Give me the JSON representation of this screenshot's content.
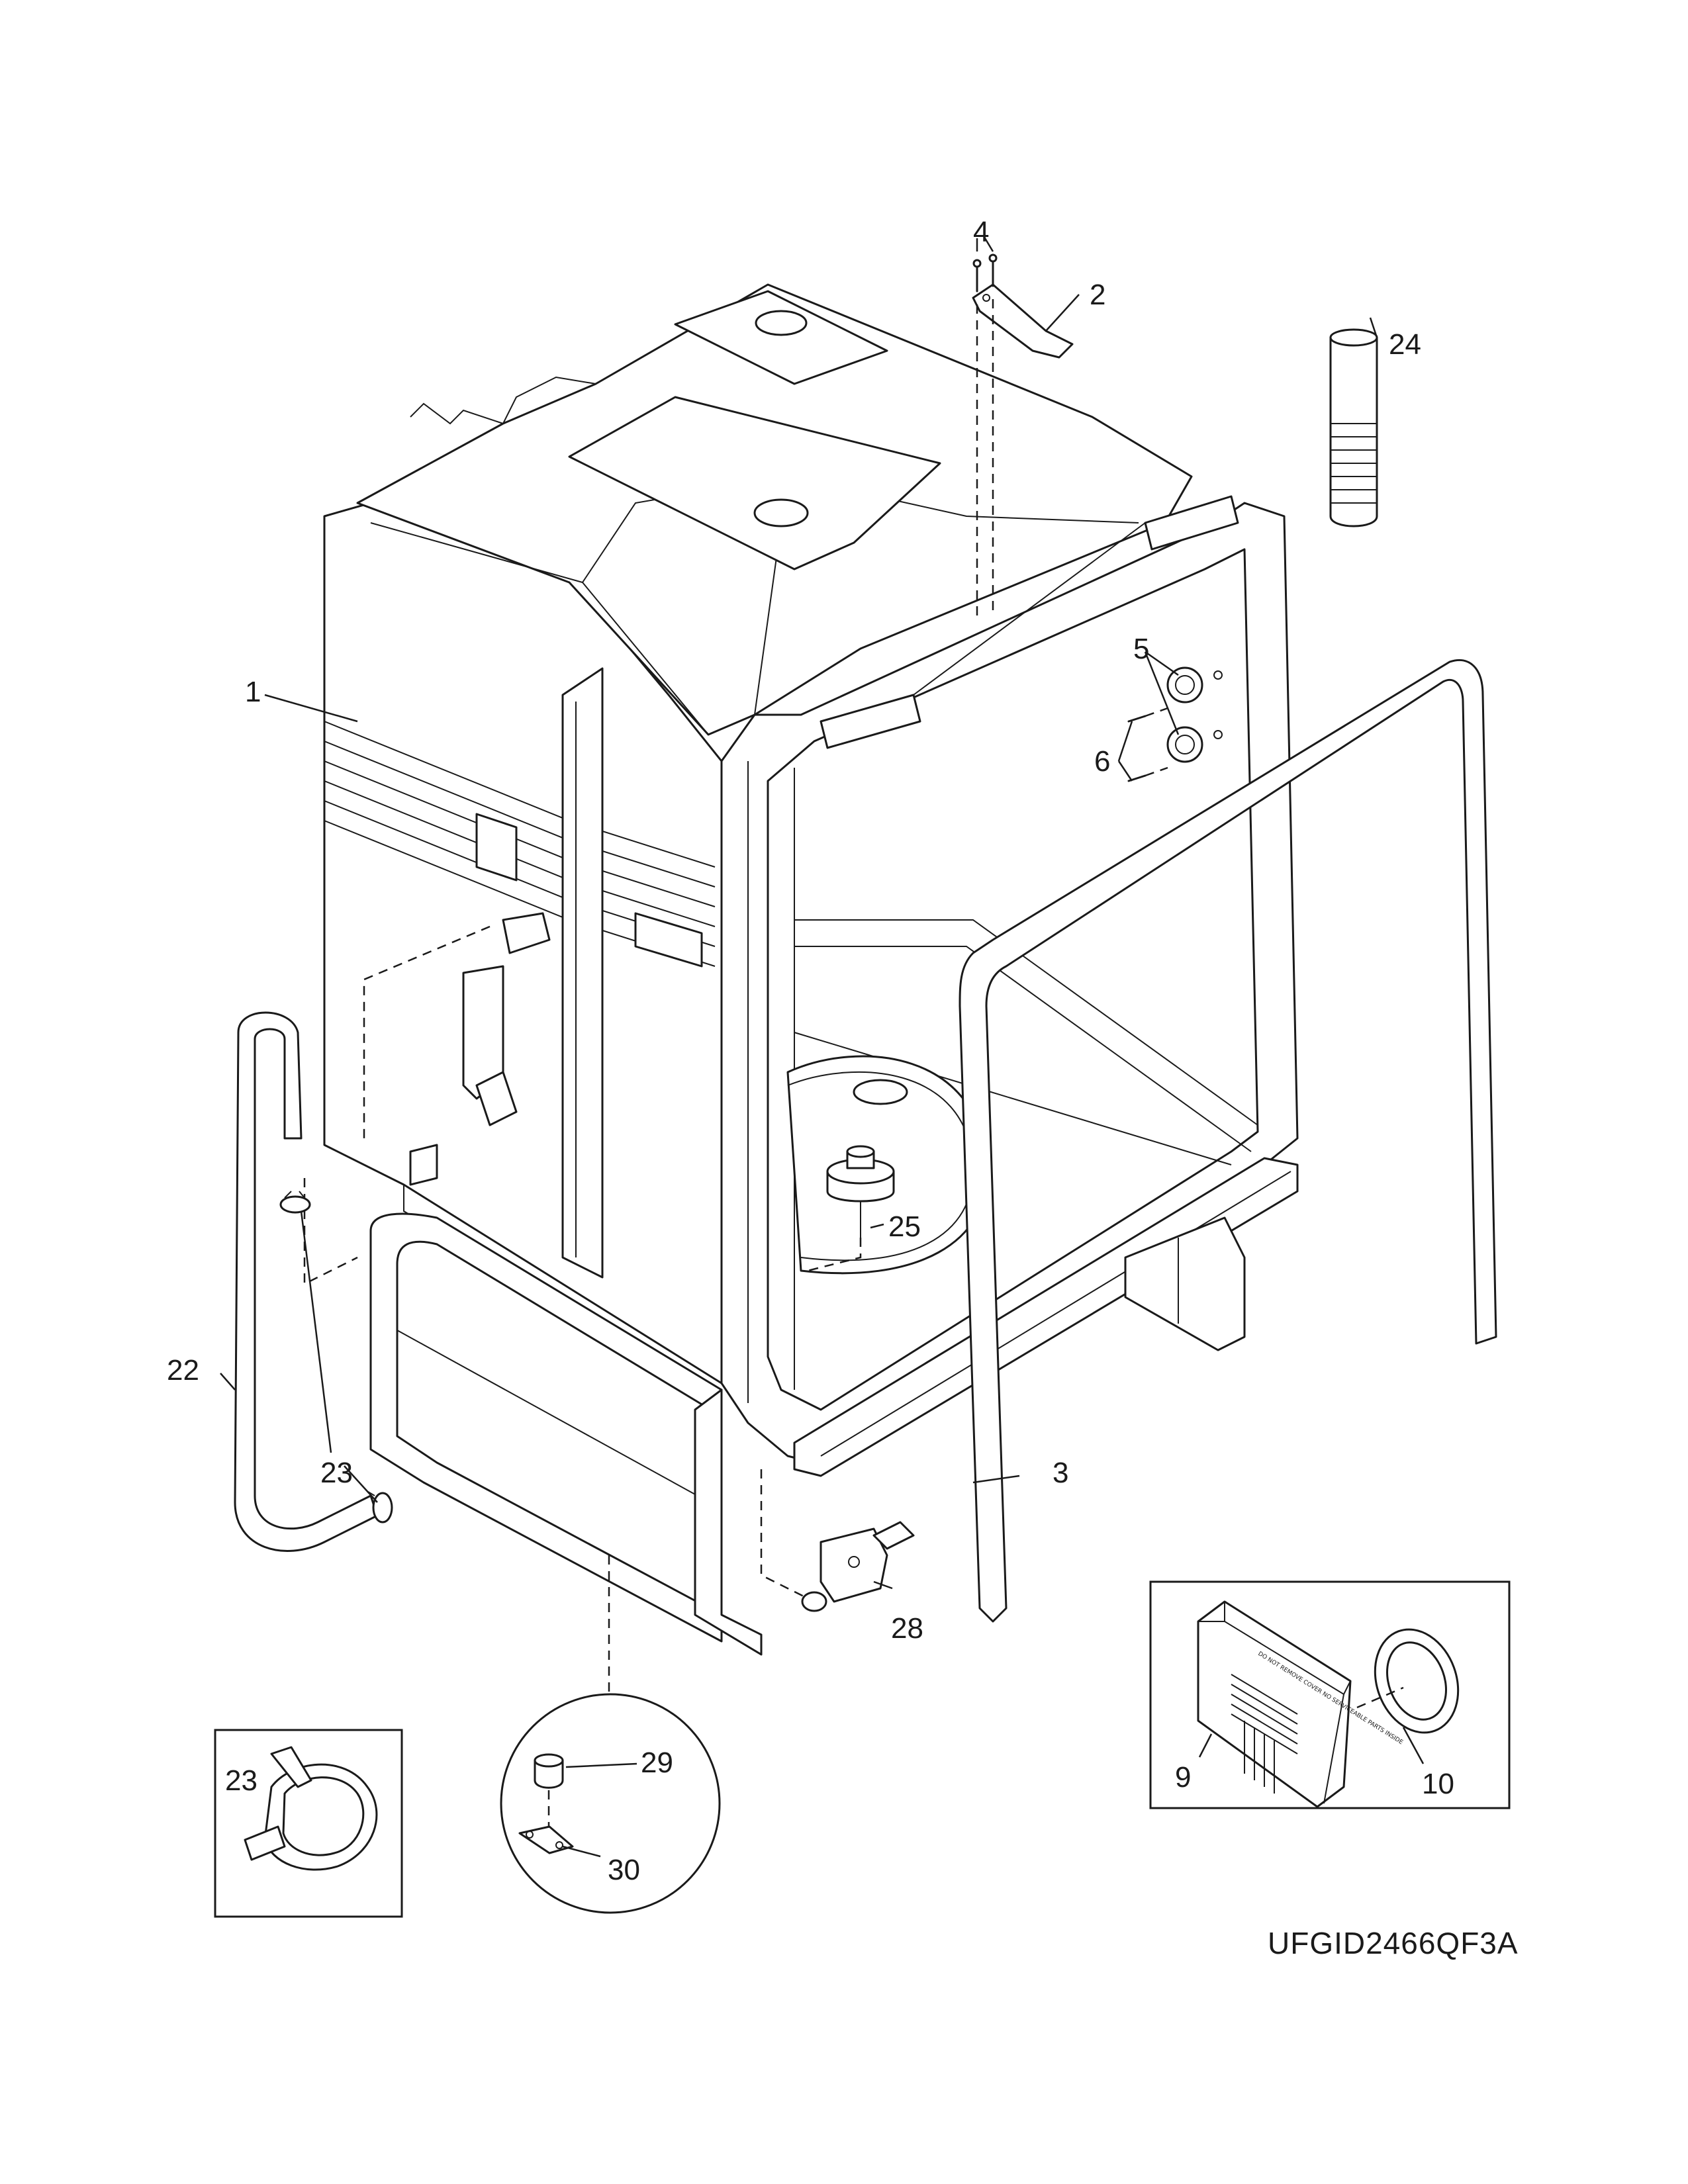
{
  "diagram": {
    "model_code": "UFGID2466QF3A",
    "callouts": {
      "tub": "1",
      "bracket": "2",
      "door_gasket": "3",
      "screws_top": "4",
      "plug_button": "5",
      "screws_side": "6",
      "control_module": "9",
      "nut": "10",
      "drain_hose": "22",
      "clamp_upper": "23",
      "clamp_lower": "23",
      "clamp_detail": "23",
      "vent_tube": "24",
      "float": "25",
      "float_switch": "28",
      "leveling_leg": "29",
      "leg_bracket": "30"
    },
    "module_label": "DO NOT REMOVE COVER NO SERVICEABLE PARTS INSIDE"
  }
}
